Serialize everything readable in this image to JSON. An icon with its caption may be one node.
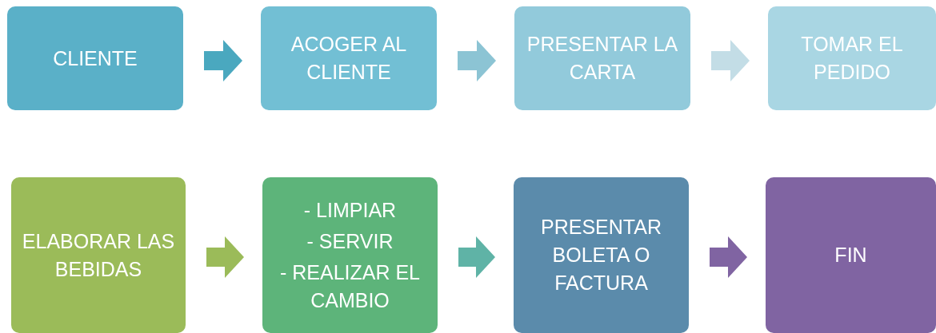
{
  "diagram": {
    "nodes": [
      {
        "text": [
          "CLIENTE"
        ]
      },
      {
        "text": [
          "ACOGER AL CLIENTE"
        ]
      },
      {
        "text": [
          "PRESENTAR LA CARTA"
        ]
      },
      {
        "text": [
          "TOMAR EL PEDIDO"
        ]
      },
      {
        "text": [
          "ELABORAR LAS BEBIDAS"
        ]
      },
      {
        "text": [
          "- LIMPIAR",
          "- SERVIR",
          "- REALIZAR EL CAMBIO"
        ]
      },
      {
        "text": [
          "PRESENTAR BOLETA O FACTURA"
        ]
      },
      {
        "text": [
          "FIN"
        ]
      }
    ],
    "edges": [
      {
        "from": 0,
        "to": 1,
        "arrow": "to",
        "color": "#4aa8bf"
      },
      {
        "from": 1,
        "to": 2,
        "arrow": "to",
        "color": "#8cc4d4"
      },
      {
        "from": 2,
        "to": 3,
        "arrow": "to",
        "color": "#c3dde6"
      },
      {
        "from": 4,
        "to": 5,
        "arrow": "to",
        "color": "#9bbb59"
      },
      {
        "from": 5,
        "to": 6,
        "arrow": "to",
        "color": "#5fb3a6"
      },
      {
        "from": 6,
        "to": 7,
        "arrow": "to",
        "color": "#8064a2"
      }
    ]
  }
}
